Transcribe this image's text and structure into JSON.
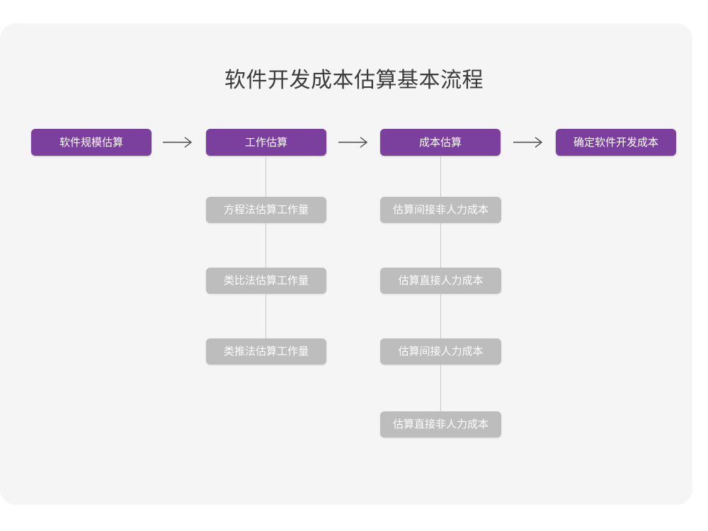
{
  "diagram": {
    "title": "软件开发成本估算基本流程",
    "background_color": "#f5f5f5",
    "page_color": "#ffffff",
    "primary_color": "#7b3f9d",
    "secondary_color": "#bdbdbd",
    "title_color": "#3b3b3b",
    "connector_color": "#c8c8c8",
    "arrow_color": "#4a4a4a",
    "type": "flowchart",
    "main_flow": [
      {
        "id": "step-1",
        "label": "软件规模估算",
        "has_children": false
      },
      {
        "id": "step-2",
        "label": "工作估算",
        "has_children": true
      },
      {
        "id": "step-3",
        "label": "成本估算",
        "has_children": true
      },
      {
        "id": "step-4",
        "label": "确定软件开发成本",
        "has_children": false
      }
    ],
    "arrows": [
      {
        "id": "arrow-1",
        "glyph": "→",
        "from": "软件规模估算",
        "to": "工作估算"
      },
      {
        "id": "arrow-2",
        "glyph": "→",
        "from": "工作估算",
        "to": "成本估算"
      },
      {
        "id": "arrow-3",
        "glyph": "→",
        "from": "成本估算",
        "to": "确定软件开发成本"
      }
    ],
    "branches": [
      {
        "id": "branch-work",
        "parent": "工作估算",
        "items": [
          {
            "id": "work-1",
            "label": "方程法估算工作量"
          },
          {
            "id": "work-2",
            "label": "类比法估算工作量"
          },
          {
            "id": "work-3",
            "label": "类推法估算工作量"
          }
        ]
      },
      {
        "id": "branch-cost",
        "parent": "成本估算",
        "items": [
          {
            "id": "cost-1",
            "label": "估算间接非人力成本"
          },
          {
            "id": "cost-2",
            "label": "估算直接人力成本"
          },
          {
            "id": "cost-3",
            "label": "估算间接人力成本"
          },
          {
            "id": "cost-4",
            "label": "估算直接非人力成本"
          }
        ]
      }
    ]
  }
}
